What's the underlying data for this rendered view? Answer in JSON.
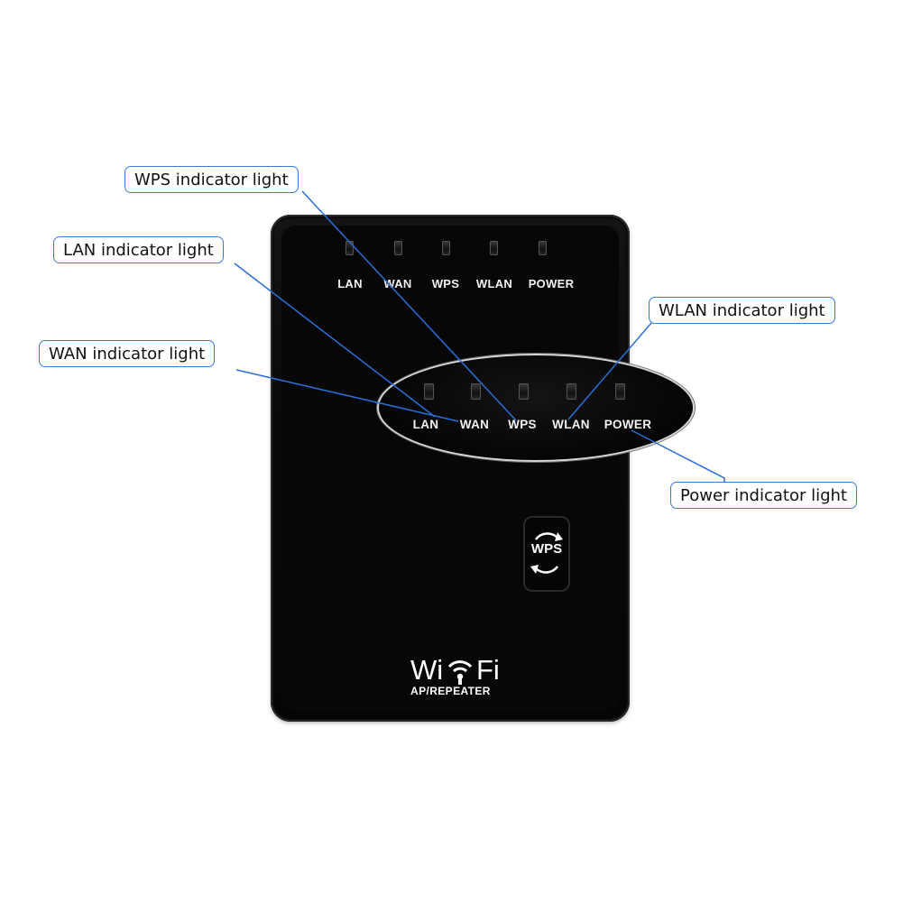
{
  "device": {
    "led_labels": [
      "LAN",
      "WAN",
      "WPS",
      "WLAN",
      "POWER"
    ],
    "wps_button_label": "WPS",
    "logo_wi": "Wi",
    "logo_fi": "Fi",
    "logo_sub": "AP/REPEATER"
  },
  "zoom": {
    "led_labels": [
      "LAN",
      "WAN",
      "WPS",
      "WLAN",
      "POWER"
    ]
  },
  "callouts": {
    "wps": "WPS indicator light",
    "lan": "LAN indicator light",
    "wan": "WAN indicator light",
    "wlan": "WLAN indicator light",
    "power": "Power indicator light"
  },
  "colors": {
    "callout_border": "#3a7bd5",
    "leader_line": "#2a6fd6",
    "device": "#0a0a0a"
  }
}
